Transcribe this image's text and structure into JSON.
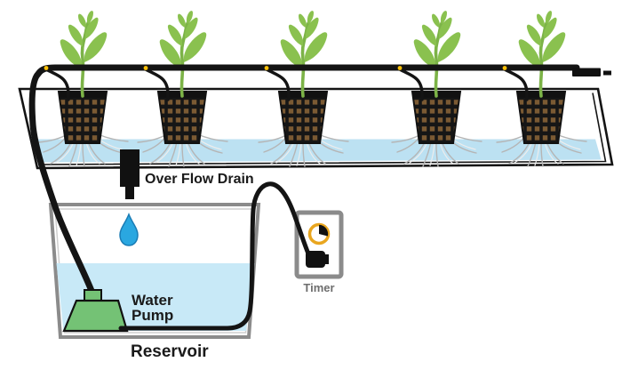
{
  "labels": {
    "overflow_drain": "Over Flow Drain",
    "water_pump": "Water Pump",
    "reservoir": "Reservoir",
    "timer": "Timer"
  },
  "plant_count": 5,
  "emitter_count": 5,
  "colors": {
    "ink": "#1a1a1a",
    "line": "#141414",
    "leaf": "#8AC14F",
    "stem": "#7CB347",
    "trayWater": "#BCE1F2",
    "reservoirWater": "#C8E9F7",
    "potBrown": "#7B5A33",
    "potGrid": "#161616",
    "pumpGreen": "#74C275",
    "timerOrange": "#E9A61F",
    "frameGray": "#8B8B8B",
    "frameInnerGray": "#CFCFCF",
    "labelGray": "#6E6E6E",
    "dropBlue": "#2AA7E0",
    "dropEdge": "#1A7CB5",
    "emitterYellow": "#FFC107",
    "rootGray": "#B5B5B5",
    "rootLight": "#EDEDED"
  }
}
